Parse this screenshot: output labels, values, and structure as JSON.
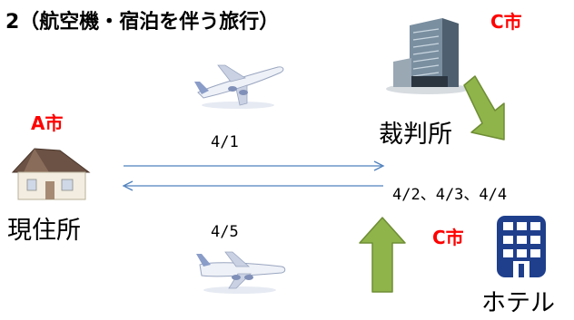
{
  "title": "2（航空機・宿泊を伴う旅行）",
  "places": {
    "origin_city": "A市",
    "origin_label": "現住所",
    "court_city": "C市",
    "court_label": "裁判所",
    "hotel_city": "C市",
    "hotel_label": "ホテル"
  },
  "dates": {
    "outbound": "4/1",
    "stay": "4/2、4/3、4/4",
    "return": "4/5"
  },
  "icons": {
    "house": "house-icon",
    "court": "office-building-icon",
    "hotel": "hotel-building-icon",
    "plane_out": "airplane-icon",
    "plane_return": "airplane-icon",
    "arrow_court_to_hotel": "green-arrow-down-icon",
    "arrow_hotel_to_court": "green-arrow-up-icon"
  },
  "colors": {
    "city_label": "#ff0000",
    "route_arrow": "#4f81bd",
    "green_arrow": "#8fb44a",
    "hotel_icon": "#1f3f8c"
  }
}
